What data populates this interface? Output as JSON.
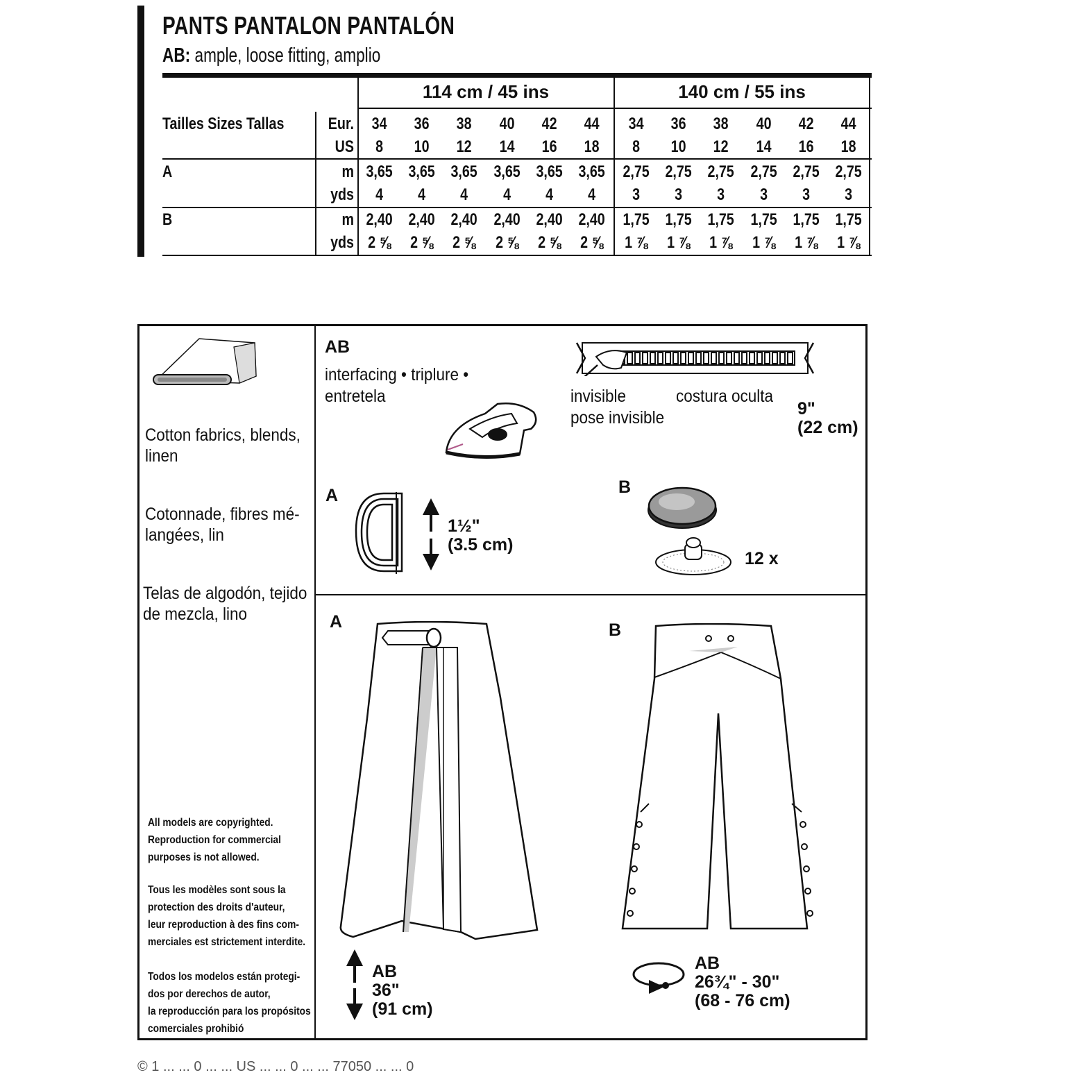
{
  "header": {
    "title": "PANTS  PANTALON  PANTALÓN",
    "view_code": "AB:",
    "fit_text": " ample, loose fitting, amplio"
  },
  "yardage": {
    "widths": [
      "114 cm / 45 ins",
      "140 cm / 55 ins"
    ],
    "size_label": "Tailles  Sizes  Tallas",
    "eur_label": "Eur.",
    "us_label": "US",
    "eur_sizes": [
      "34",
      "36",
      "38",
      "40",
      "42",
      "44"
    ],
    "us_sizes": [
      "8",
      "10",
      "12",
      "14",
      "16",
      "18"
    ],
    "rows": [
      {
        "view": "A",
        "units": [
          "m",
          "yds"
        ],
        "w114": [
          [
            "3,65",
            "3,65",
            "3,65",
            "3,65",
            "3,65",
            "3,65"
          ],
          [
            "4",
            "4",
            "4",
            "4",
            "4",
            "4"
          ]
        ],
        "w140": [
          [
            "2,75",
            "2,75",
            "2,75",
            "2,75",
            "2,75",
            "2,75"
          ],
          [
            "3",
            "3",
            "3",
            "3",
            "3",
            "3"
          ]
        ]
      },
      {
        "view": "B",
        "units": [
          "m",
          "yds"
        ],
        "w114": [
          [
            "2,40",
            "2,40",
            "2,40",
            "2,40",
            "2,40",
            "2,40"
          ],
          [
            "2 ⅝",
            "2 ⅝",
            "2 ⅝",
            "2 ⅝",
            "2 ⅝",
            "2 ⅝"
          ]
        ],
        "w140": [
          [
            "1,75",
            "1,75",
            "1,75",
            "1,75",
            "1,75",
            "1,75"
          ],
          [
            "1 ⅞",
            "1 ⅞",
            "1 ⅞",
            "1 ⅞",
            "1 ⅞",
            "1 ⅞"
          ]
        ]
      }
    ]
  },
  "fabrics": {
    "en": [
      "Cotton fabrics, blends,",
      "linen"
    ],
    "fr": [
      "Cotonnade, fibres mé-",
      "langées, lin"
    ],
    "es": [
      "Telas de algodón, tejido",
      "de mezcla, lino"
    ]
  },
  "copyright": {
    "en": [
      "All models are copyrighted.",
      "Reproduction for commercial",
      "purposes is not allowed."
    ],
    "fr": [
      "Tous les modèles sont sous la",
      "protection des droits d'auteur,",
      "leur reproduction à des fins com-",
      "merciales est strictement interdite."
    ],
    "es": [
      "Todos los modelos están protegi-",
      "dos por derechos de autor,",
      "la reproducción para los propósitos",
      "comerciales prohibió"
    ]
  },
  "notions": {
    "ab_label": "AB",
    "interfacing": [
      "interfacing • triplure •",
      "entretela"
    ],
    "zipper_left": [
      "invisible",
      "pose invisible"
    ],
    "zipper_right": "costura oculta",
    "zipper_length": [
      "9\"",
      "(22 cm)"
    ],
    "a_label": "A",
    "ring_size": [
      "1½\"",
      "(3.5 cm)"
    ],
    "b_label": "B",
    "snap_count": "12 x"
  },
  "views": {
    "a_label": "A",
    "b_label": "B",
    "length_label": "AB",
    "length": [
      "36\"",
      "(91 cm)"
    ],
    "waist_label": "AB",
    "waist": [
      "26¾\" - 30\"",
      "(68 - 76 cm)"
    ]
  },
  "footer": "© 1 ...       ... 0 ...  ... US ...       ... 0 ...  ... 77050 ...       ... 0"
}
